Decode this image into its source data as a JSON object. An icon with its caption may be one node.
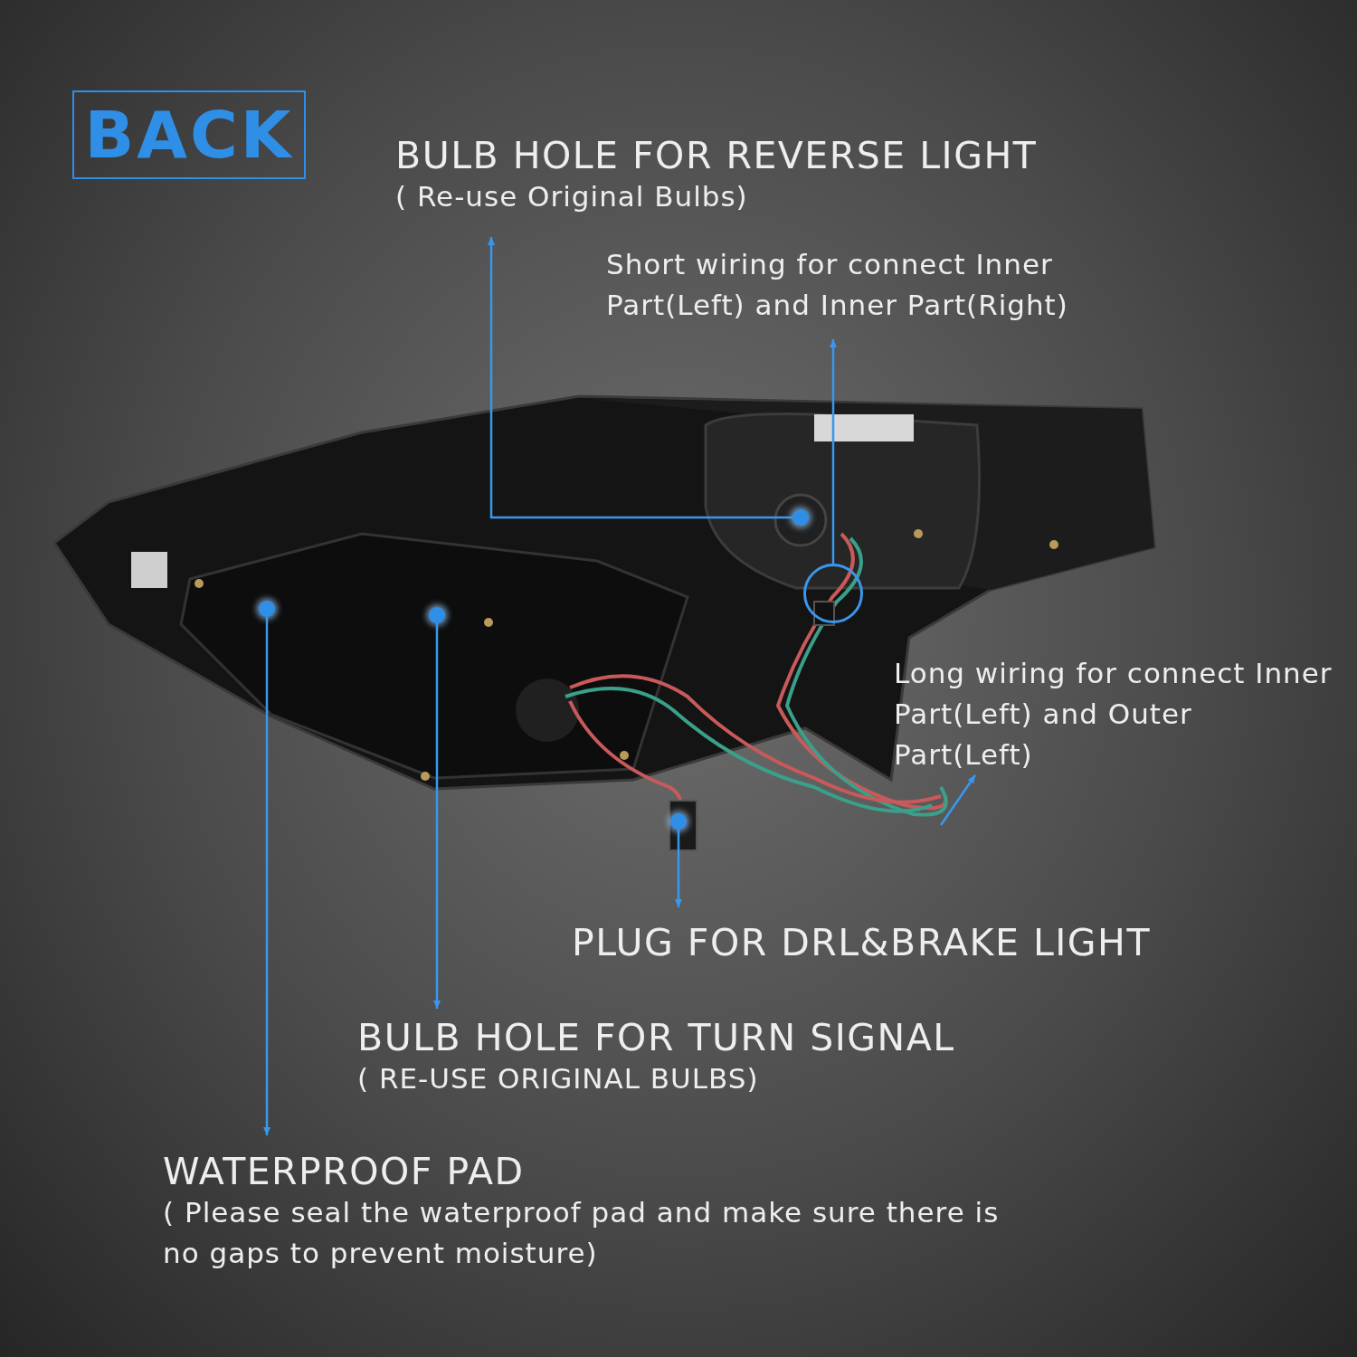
{
  "diagram": {
    "nodes": [
      {
        "text": [
          "BACK"
        ]
      },
      {
        "text": [
          "BULB HOLE FOR REVERSE LIGHT",
          "( Re-use Original Bulbs)"
        ]
      },
      {
        "text": [
          "Short wiring for connect Inner Part(Left) and Inner Part(Right)"
        ]
      },
      {
        "text": [],
        "shape": "picture"
      },
      {
        "text": [],
        "shape": "circle",
        "in": 3
      },
      {
        "text": [],
        "shape": "circle",
        "in": 3
      },
      {
        "text": [],
        "shape": "circle",
        "in": 3
      },
      {
        "text": [],
        "shape": "circle",
        "in": 3
      },
      {
        "text": [],
        "shape": "circle"
      },
      {
        "text": [
          "Long wiring for connect Inner Part(Left) and Outer Part(Left)"
        ]
      },
      {
        "text": [
          "PLUG FOR DRL&BRAKE LIGHT"
        ]
      },
      {
        "text": [
          "BULB HOLE FOR TURN SIGNAL",
          "( RE-USE ORIGINAL BULBS)"
        ]
      },
      {
        "text": [
          "WATERPROOF PAD",
          "( Please seal the waterproof pad and make sure there is no gaps to prevent moisture)"
        ]
      }
    ],
    "edges": [
      {
        "from": 4,
        "to": 1,
        "arrow": "to"
      },
      {
        "from": 5,
        "to": 2,
        "arrow": "to"
      },
      {
        "from": null,
        "to": 9,
        "arrow": "to"
      },
      {
        "from": 8,
        "to": 10,
        "arrow": "to"
      },
      {
        "from": 7,
        "to": 11,
        "arrow": "to"
      },
      {
        "from": 6,
        "to": 12,
        "arrow": "to"
      }
    ]
  }
}
